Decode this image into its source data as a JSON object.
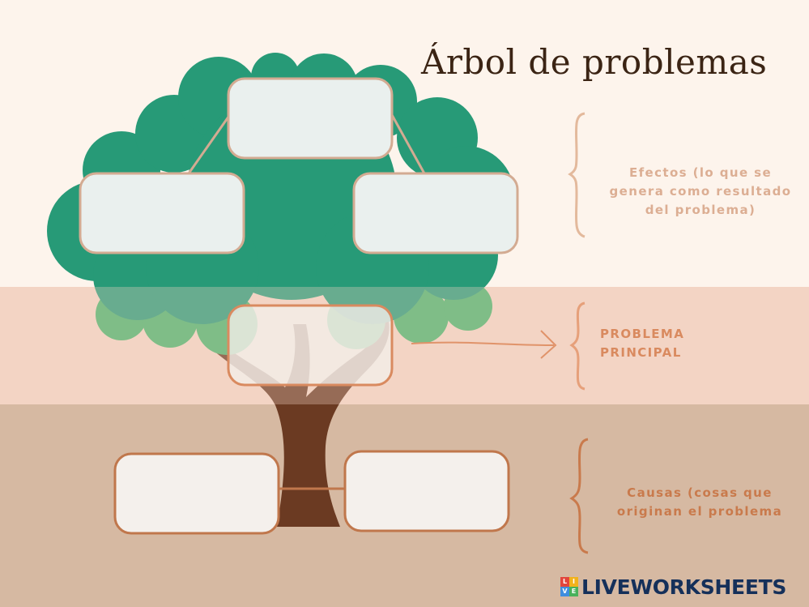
{
  "title": "Árbol de problemas",
  "labels": {
    "effects": "Efectos (lo que se genera como resultado del problema)",
    "main_problem": "PROBLEMA PRINCIPAL",
    "causes": "Causas (cosas que originan el problema"
  },
  "boxes": {
    "effects": [
      "",
      "",
      ""
    ],
    "main_problem": "",
    "causes": [
      "",
      ""
    ]
  },
  "brand": {
    "logo_letters": [
      "L",
      "I",
      "V",
      "E"
    ],
    "name": "LIVEWORKSHEETS"
  },
  "colors": {
    "background_top": "#fdf4ec",
    "background_middle": "#f4d5c4",
    "background_bottom": "#d6b9a2",
    "foliage_dark": "#279a77",
    "foliage_light": "#49b36a",
    "trunk": "#6b3a22",
    "box_fill": "#eaf0ee",
    "box_border_effects": "#d3ab92",
    "box_border_causes": "#c0774c",
    "title": "#3b2414",
    "brand": "#15305a"
  }
}
